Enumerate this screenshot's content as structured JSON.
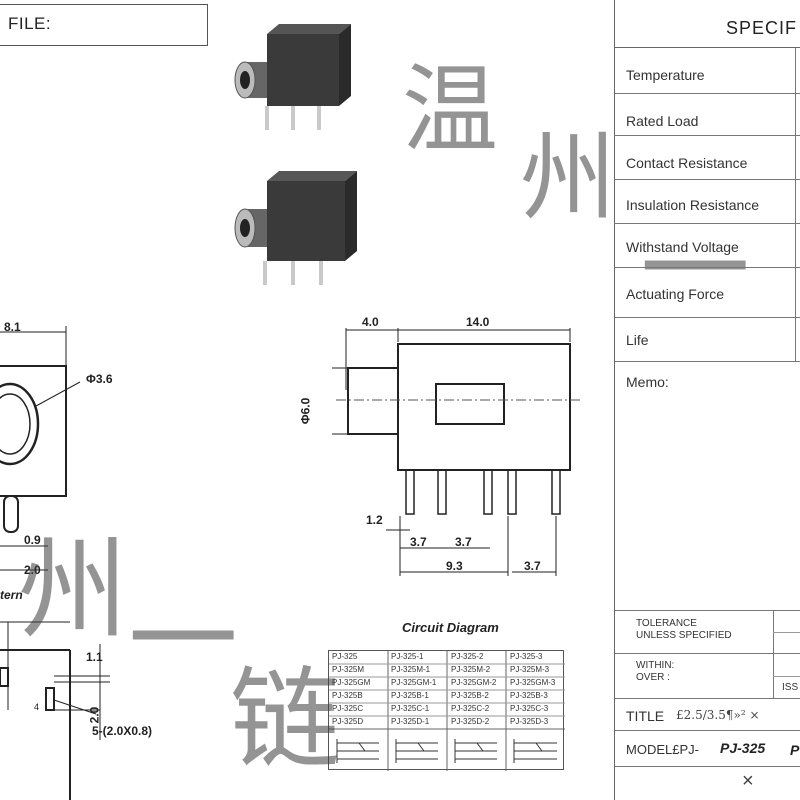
{
  "header": {
    "file_label": "FILE:"
  },
  "spec": {
    "title": "SPECIF",
    "rows": [
      {
        "label": "Temperature"
      },
      {
        "label": "Rated Load"
      },
      {
        "label": "Contact Resistance"
      },
      {
        "label": "Insulation Resistance"
      },
      {
        "label": "Withstand Voltage"
      },
      {
        "label": "Actuating Force"
      },
      {
        "label": "Life"
      }
    ],
    "memo_label": "Memo:",
    "tolerance_line1": "TOLERANCE",
    "tolerance_line2": "UNLESS SPECIFIED",
    "within_line1": "WITHIN:",
    "within_line2": "OVER  :",
    "iss_label": "ISS",
    "title_label": "TITLE",
    "title_value": "£2.5/3.5¶»² ×",
    "model_label": "MODEL£PJ-",
    "model_value": "PJ-325",
    "model_extra": "P",
    "footer_mark": "×"
  },
  "dimensions": {
    "left_width": "8.1",
    "hole_dia": "Φ3.6",
    "dim_0_9": "0.9",
    "dim_2_0": "2.0",
    "pattern_label": "tern",
    "top_4_0": "4.0",
    "top_14_0": "14.0",
    "dia_6_0": "Φ6.0",
    "pin_1_2": "1.2",
    "pin_3_7a": "3.7",
    "pin_3_7b": "3.7",
    "pin_9_3": "9.3",
    "pin_3_7c": "3.7",
    "bottom_1_1": "1.1",
    "bottom_2_0": "2.0",
    "slot_label": "5-(2.0X0.8)",
    "pin_num": "4"
  },
  "circuit": {
    "title": "Circuit Diagram",
    "table": [
      [
        "PJ-325",
        "PJ-325-1",
        "PJ-325-2",
        "PJ-325-3"
      ],
      [
        "PJ-325M",
        "PJ-325M-1",
        "PJ-325M-2",
        "PJ-325M-3"
      ],
      [
        "PJ-325GM",
        "PJ-325GM-1",
        "PJ-325GM-2",
        "PJ-325GM-3"
      ],
      [
        "PJ-325B",
        "PJ-325B-1",
        "PJ-325B-2",
        "PJ-325B-3"
      ],
      [
        "PJ-325C",
        "PJ-325C-1",
        "PJ-325C-2",
        "PJ-325C-3"
      ],
      [
        "PJ-325D",
        "PJ-325D-1",
        "PJ-325D-2",
        "PJ-325D-3"
      ]
    ]
  },
  "watermark": {
    "chars": [
      "温",
      "州",
      "一",
      "州",
      "一",
      "链"
    ]
  }
}
